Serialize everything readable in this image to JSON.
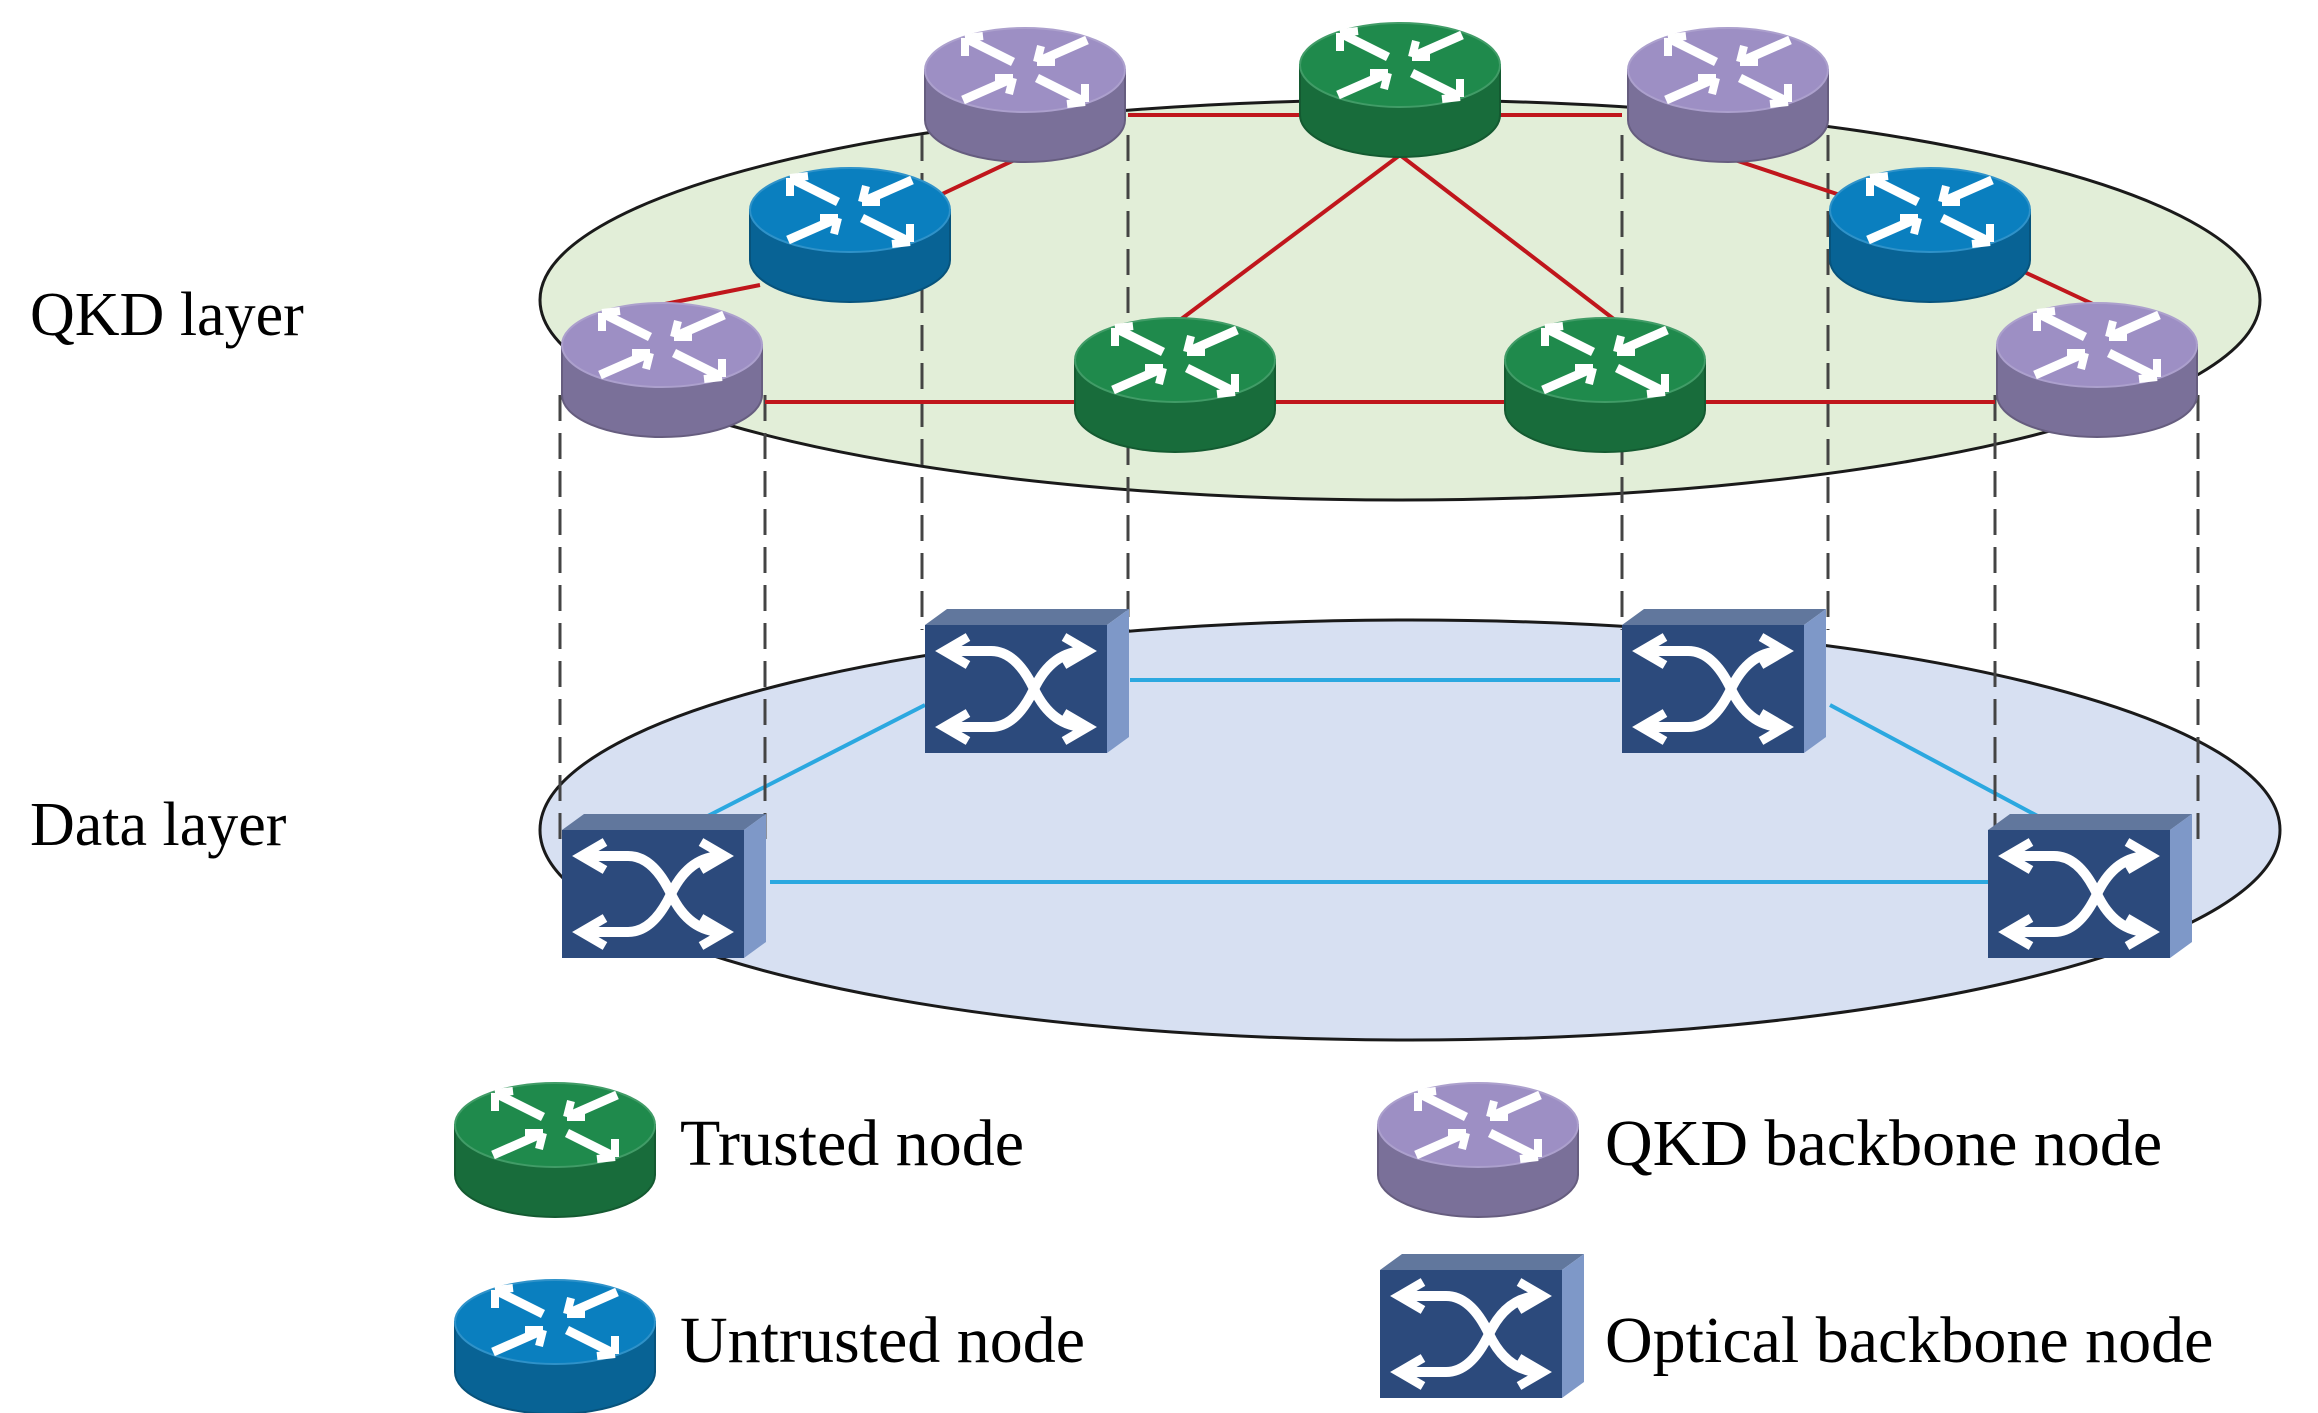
{
  "layers": {
    "qkd_label": "QKD layer",
    "data_label": "Data layer"
  },
  "legend": {
    "trusted": "Trusted node",
    "untrusted": "Untrusted node",
    "qkd_backbone": "QKD backbone node",
    "optical_backbone": "Optical backbone node"
  },
  "colors": {
    "trusted": "#1f8a4c",
    "untrusted": "#0a7fbf",
    "qkd_backbone": "#9d8fc4",
    "optical_backbone": "#2c4a7c",
    "qkd_link": "#c0161c",
    "data_link": "#2ba8e0",
    "qkd_plane": "#e2eed8",
    "data_plane": "#d7e0f2"
  },
  "icons": {
    "router": "router-icon",
    "switch": "optical-switch-icon"
  }
}
